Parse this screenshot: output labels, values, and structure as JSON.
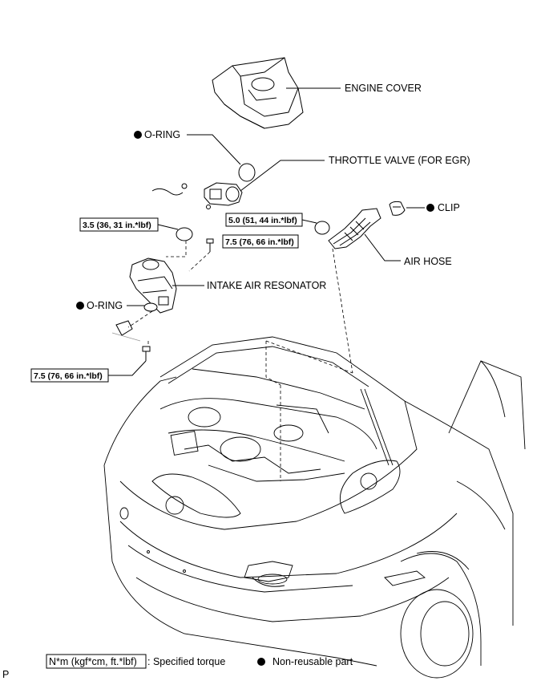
{
  "labels": {
    "engine_cover": "ENGINE COVER",
    "o_ring_top": "O-RING",
    "throttle_valve": "THROTTLE VALVE (FOR EGR)",
    "clip": "CLIP",
    "air_hose": "AIR HOSE",
    "intake_air_resonator": "INTAKE AIR RESONATOR",
    "o_ring_bottom": "O-RING"
  },
  "torques": {
    "t1": "3.5 (36, 31 in.*lbf)",
    "t2": "5.0 (51, 44 in.*lbf)",
    "t3": "7.5 (76, 66 in.*lbf)",
    "t4": "7.5 (76, 66 in.*lbf)"
  },
  "legend": {
    "torque_unit": "N*m (kgf*cm, ft.*lbf)",
    "torque_desc": ": Specified torque",
    "nonreusable_desc": "Non-reusable part"
  },
  "corner_mark": "P"
}
